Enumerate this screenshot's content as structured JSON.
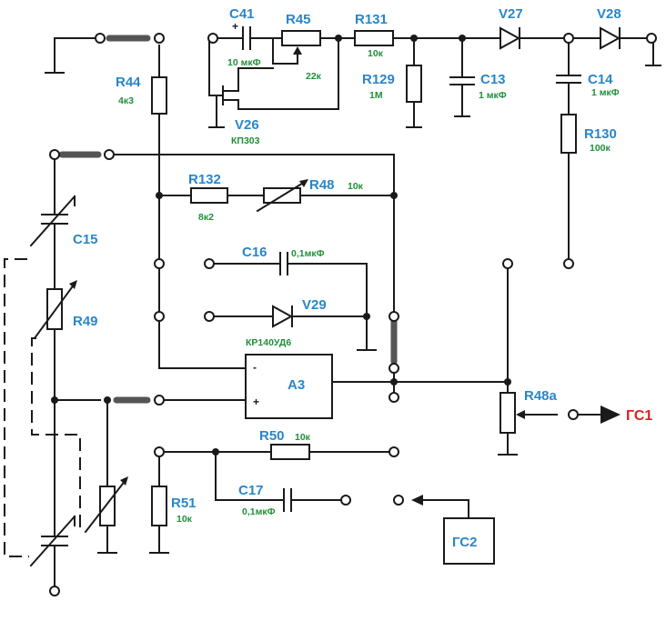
{
  "colors": {
    "label": "#2a86c8",
    "value": "#1f8f3a",
    "output": "#e02020",
    "wire": "#1a1a1a",
    "switch_bar": "#555555"
  },
  "components": {
    "C41": {
      "ref": "C41",
      "value": "10 мкФ",
      "polarity": "+"
    },
    "R45": {
      "ref": "R45",
      "value": "22к"
    },
    "R131": {
      "ref": "R131",
      "value": "10к"
    },
    "V27": {
      "ref": "V27"
    },
    "V28": {
      "ref": "V28"
    },
    "R44": {
      "ref": "R44",
      "value": "4к3"
    },
    "R129": {
      "ref": "R129",
      "value": "1М"
    },
    "C13": {
      "ref": "C13",
      "value": "1 мкФ"
    },
    "C14": {
      "ref": "C14",
      "value": "1 мкФ"
    },
    "V26": {
      "ref": "V26",
      "value": "КП303"
    },
    "R130": {
      "ref": "R130",
      "value": "100к"
    },
    "R132": {
      "ref": "R132",
      "value": "8к2"
    },
    "R48": {
      "ref": "R48",
      "value": "10к"
    },
    "C15": {
      "ref": "C15"
    },
    "C16": {
      "ref": "C16",
      "value": "0,1мкФ"
    },
    "R49": {
      "ref": "R49"
    },
    "V29": {
      "ref": "V29"
    },
    "A3": {
      "ref": "A3",
      "value": "КР140УД6",
      "minus": "-",
      "plus": "+"
    },
    "R48a": {
      "ref": "R48a"
    },
    "R50": {
      "ref": "R50",
      "value": "10к"
    },
    "C17": {
      "ref": "C17",
      "value": "0,1мкФ"
    },
    "R51": {
      "ref": "R51",
      "value": "10к"
    }
  },
  "outputs": {
    "gs1": "ГС1",
    "gs2": "ГС2"
  }
}
